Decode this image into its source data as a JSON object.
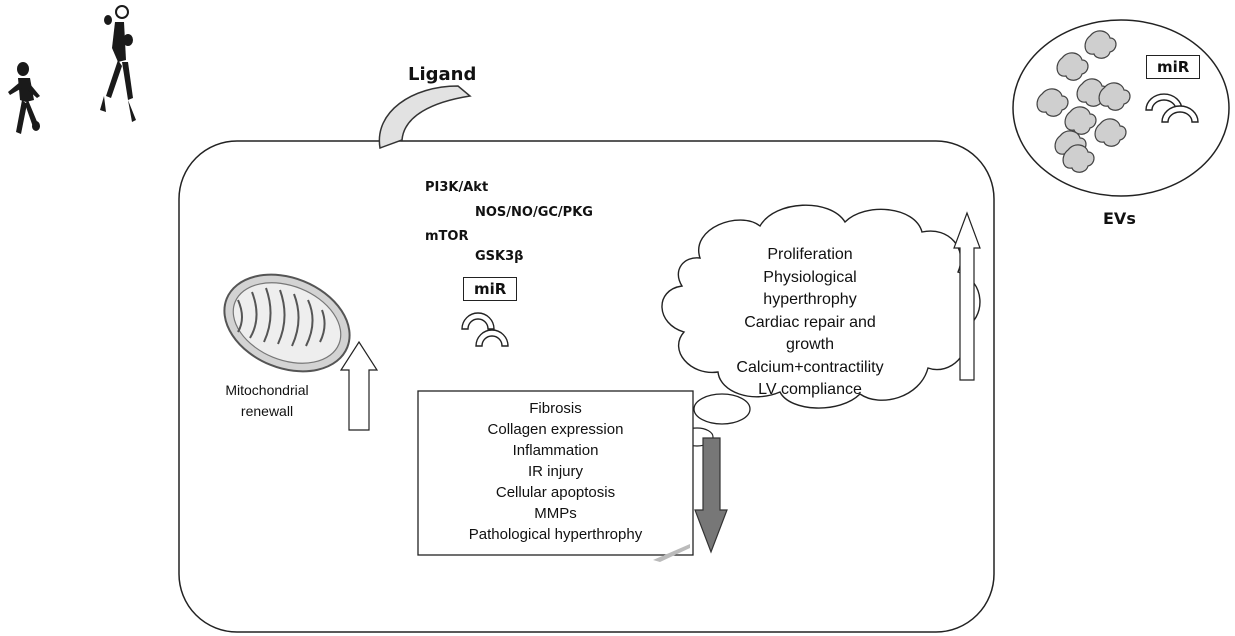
{
  "ligand": {
    "label": "Ligand"
  },
  "pathways": {
    "items": [
      "PI3K/Akt",
      "NOS/NO/GC/PKG",
      "mTOR",
      "GSK3β"
    ]
  },
  "cell_mir": {
    "label": "miR"
  },
  "mitochondria": {
    "label_line1": "Mitochondrial",
    "label_line2": "renewall"
  },
  "downregulated": {
    "items": [
      "Fibrosis",
      "Collagen expression",
      "Inflammation",
      "IR injury",
      "Cellular apoptosis",
      "MMPs",
      "Pathological hyperthrophy"
    ]
  },
  "upregulated": {
    "items": [
      "Proliferation",
      "Physiological",
      "hyperthrophy",
      "Cardiac repair and",
      "growth",
      "Calcium+contractility",
      "LV compliance"
    ]
  },
  "evs": {
    "mir_label": "miR",
    "caption": "EVs"
  },
  "colors": {
    "stroke": "#222222",
    "down_arrow": "#777777",
    "cloud_fill": "#ffffff"
  }
}
